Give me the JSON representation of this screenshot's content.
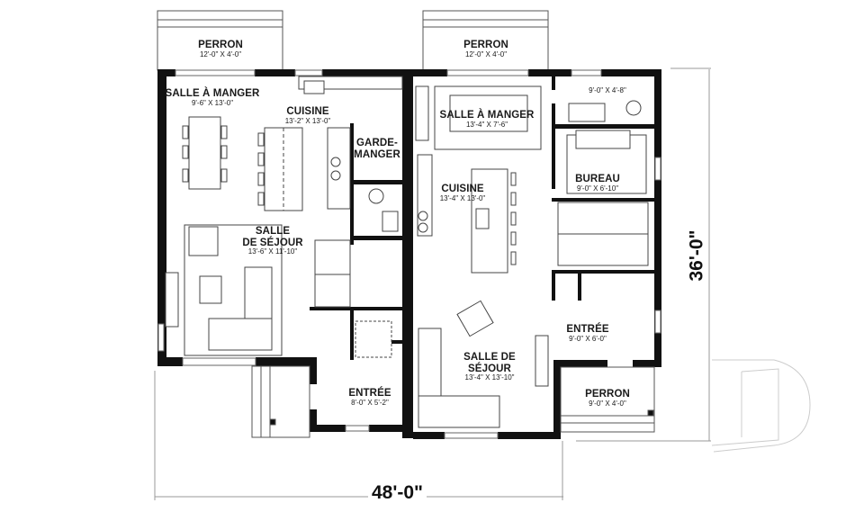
{
  "plan": {
    "overall_width": "48'-0\"",
    "overall_depth": "36'-0\"",
    "unit_left": {
      "perron_front": {
        "name": "PERRON",
        "size": "12'-0\" X 4'-0\""
      },
      "salle_a_manger": {
        "name": "SALLE À MANGER",
        "size": "9'-6\" X 13'-0\""
      },
      "cuisine": {
        "name": "CUISINE",
        "size": "13'-2\" X 13'-0\""
      },
      "garde_manger": {
        "name_1": "GARDE-",
        "name_2": "MANGER"
      },
      "salle_de_sejour": {
        "name_1": "SALLE",
        "name_2": "DE SÉJOUR",
        "size": "13'-6\" X 11'-10\""
      },
      "entree": {
        "name": "ENTRÉE",
        "size": "8'-0\" X 5'-2\""
      }
    },
    "unit_right": {
      "perron_front": {
        "name": "PERRON",
        "size": "12'-0\" X 4'-0\""
      },
      "salle_a_manger": {
        "name": "SALLE À MANGER",
        "size": "13'-4\" X 7'-6\""
      },
      "salle_de_bain": {
        "size": "9'-0\" X 4'-8\""
      },
      "bureau": {
        "name": "BUREAU",
        "size": "9'-0\" X 6'-10\""
      },
      "cuisine": {
        "name": "CUISINE",
        "size": "13'-4\" X 13'-0\""
      },
      "entree": {
        "name": "ENTRÉE",
        "size": "9'-0\" X 6'-0\""
      },
      "salle_de_sejour": {
        "name_1": "SALLE DE",
        "name_2": "SÉJOUR",
        "size": "13'-4\" X 13'-10\""
      },
      "perron_side": {
        "name": "PERRON",
        "size": "9'-0\" X 4'-0\""
      }
    }
  }
}
